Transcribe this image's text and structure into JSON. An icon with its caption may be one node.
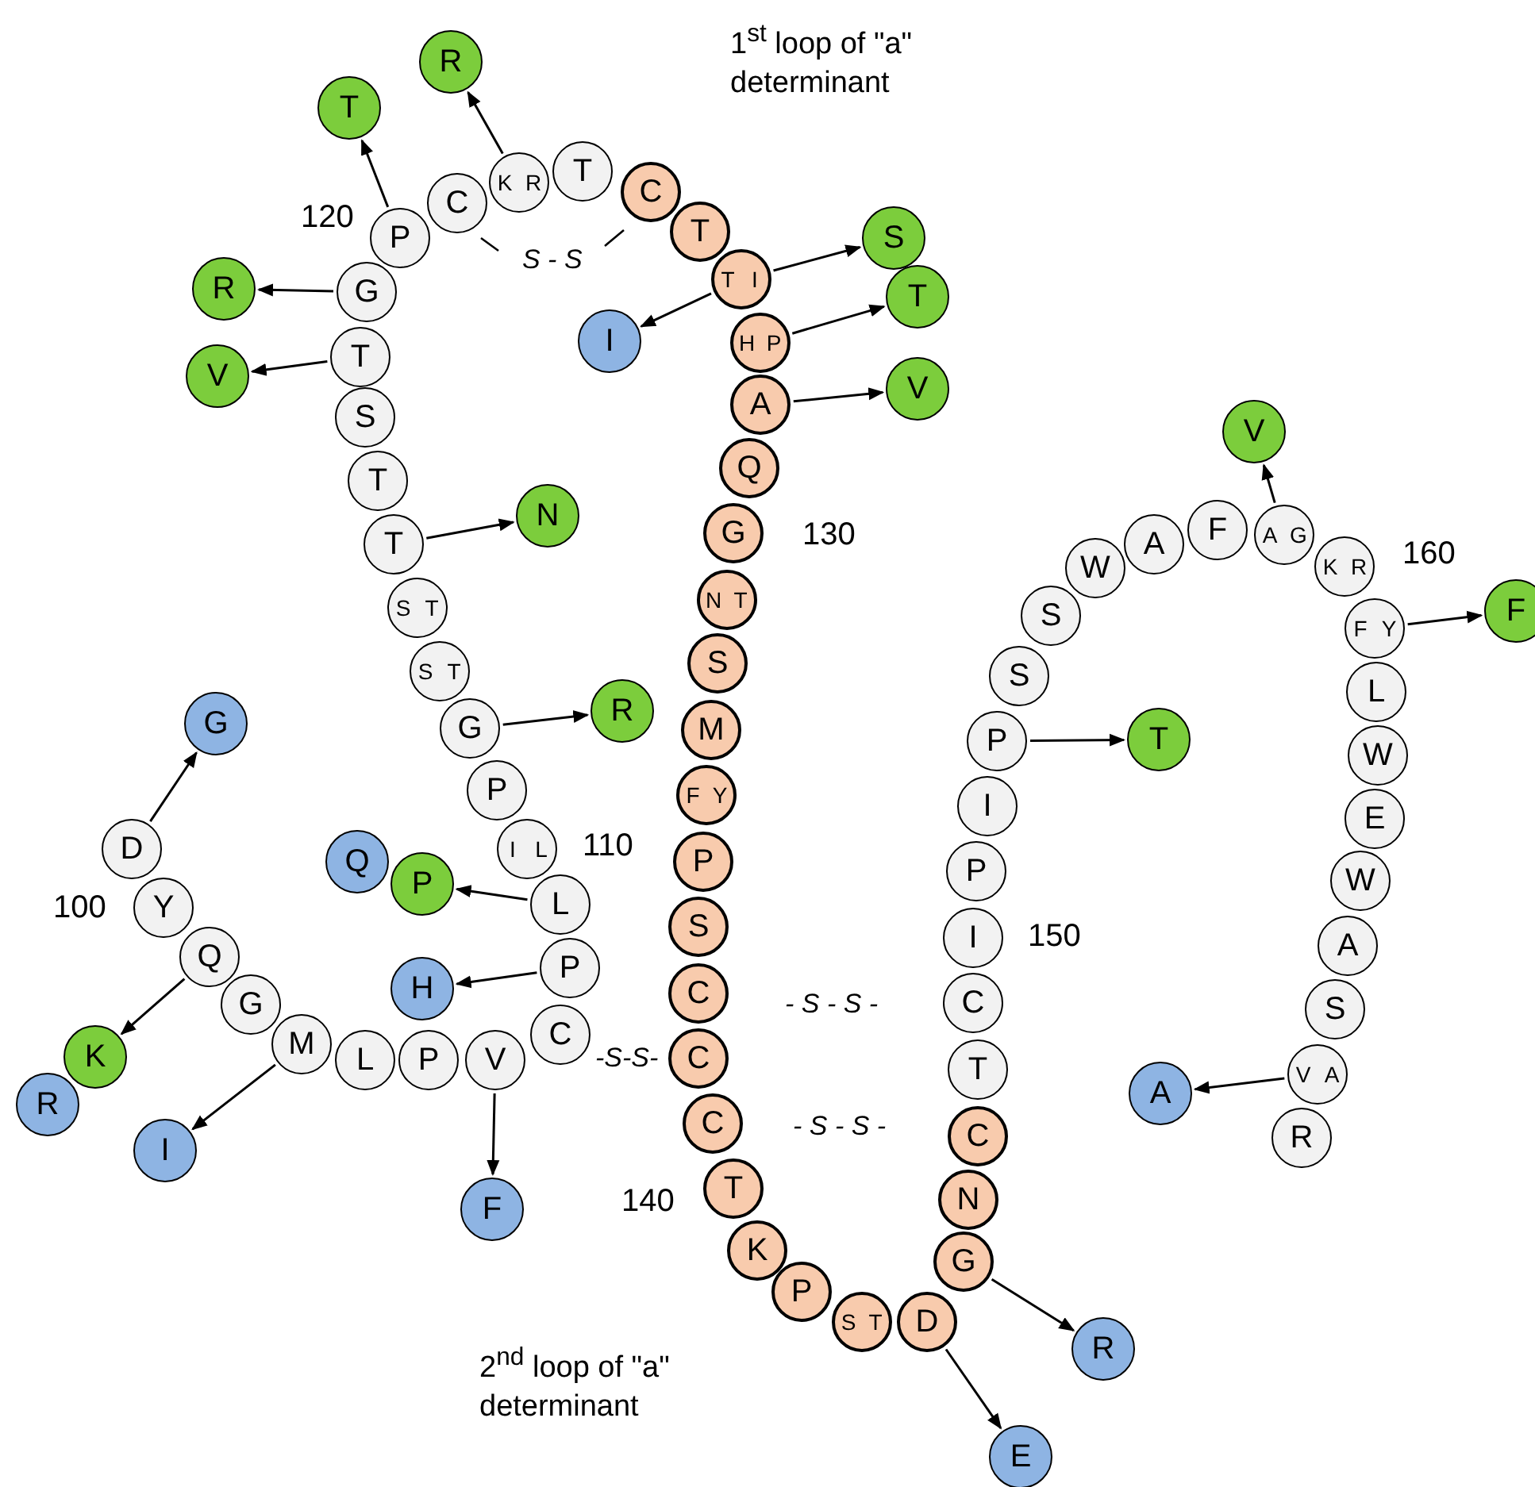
{
  "diagram": {
    "nodes": [
      {
        "text": [
          "D"
        ]
      },
      {
        "text": [
          "Y"
        ],
        "beside": [
          "100"
        ]
      },
      {
        "text": [
          "Q"
        ]
      },
      {
        "text": [
          "G"
        ]
      },
      {
        "text": [
          "M"
        ]
      },
      {
        "text": [
          "L"
        ]
      },
      {
        "text": [
          "P"
        ]
      },
      {
        "text": [
          "V"
        ]
      },
      {
        "text": [
          "C"
        ]
      },
      {
        "text": [
          "P"
        ]
      },
      {
        "text": [
          "L"
        ]
      },
      {
        "text": [
          "I",
          "L"
        ],
        "beside": [
          "110"
        ]
      },
      {
        "text": [
          "P"
        ]
      },
      {
        "text": [
          "G"
        ]
      },
      {
        "text": [
          "S",
          "T"
        ]
      },
      {
        "text": [
          "S",
          "T"
        ]
      },
      {
        "text": [
          "T"
        ]
      },
      {
        "text": [
          "T"
        ]
      },
      {
        "text": [
          "S"
        ]
      },
      {
        "text": [
          "T"
        ]
      },
      {
        "text": [
          "G"
        ]
      },
      {
        "text": [
          "P"
        ],
        "beside": [
          "120"
        ]
      },
      {
        "text": [
          "C"
        ]
      },
      {
        "text": [
          "K",
          "R"
        ]
      },
      {
        "text": [
          "T"
        ]
      },
      {
        "text": [
          "C"
        ]
      },
      {
        "text": [
          "T"
        ]
      },
      {
        "text": [
          "T",
          "I"
        ]
      },
      {
        "text": [
          "H",
          "P"
        ]
      },
      {
        "text": [
          "A"
        ]
      },
      {
        "text": [
          "Q"
        ]
      },
      {
        "text": [
          "G"
        ],
        "beside": [
          "130"
        ]
      },
      {
        "text": [
          "N",
          "T"
        ]
      },
      {
        "text": [
          "S"
        ]
      },
      {
        "text": [
          "M"
        ]
      },
      {
        "text": [
          "F",
          "Y"
        ]
      },
      {
        "text": [
          "P"
        ]
      },
      {
        "text": [
          "S"
        ]
      },
      {
        "text": [
          "C"
        ]
      },
      {
        "text": [
          "C"
        ]
      },
      {
        "text": [
          "C"
        ]
      },
      {
        "text": [
          "T"
        ],
        "beside": [
          "140"
        ]
      },
      {
        "text": [
          "K"
        ]
      },
      {
        "text": [
          "P"
        ]
      },
      {
        "text": [
          "S",
          "T"
        ]
      },
      {
        "text": [
          "D"
        ]
      },
      {
        "text": [
          "G"
        ]
      },
      {
        "text": [
          "N"
        ]
      },
      {
        "text": [
          "C"
        ]
      },
      {
        "text": [
          "T"
        ]
      },
      {
        "text": [
          "C"
        ]
      },
      {
        "text": [
          "I"
        ],
        "beside": [
          "150"
        ]
      },
      {
        "text": [
          "P"
        ]
      },
      {
        "text": [
          "I"
        ]
      },
      {
        "text": [
          "P"
        ]
      },
      {
        "text": [
          "S"
        ]
      },
      {
        "text": [
          "S"
        ]
      },
      {
        "text": [
          "W"
        ]
      },
      {
        "text": [
          "A"
        ]
      },
      {
        "text": [
          "F"
        ]
      },
      {
        "text": [
          "A",
          "G"
        ]
      },
      {
        "text": [
          "K",
          "R"
        ],
        "beside": [
          "160"
        ]
      },
      {
        "text": [
          "F",
          "Y"
        ]
      },
      {
        "text": [
          "L"
        ]
      },
      {
        "text": [
          "W"
        ]
      },
      {
        "text": [
          "E"
        ]
      },
      {
        "text": [
          "W"
        ]
      },
      {
        "text": [
          "A"
        ]
      },
      {
        "text": [
          "S"
        ]
      },
      {
        "text": [
          "V",
          "A"
        ]
      },
      {
        "text": [
          "R"
        ]
      },
      {
        "text": [
          "R"
        ]
      },
      {
        "text": [
          "T"
        ]
      },
      {
        "text": [
          "S"
        ]
      },
      {
        "text": [
          "R"
        ]
      },
      {
        "text": [
          "T"
        ]
      },
      {
        "text": [
          "I"
        ]
      },
      {
        "text": [
          "V"
        ]
      },
      {
        "text": [
          "V"
        ]
      },
      {
        "text": [
          "V"
        ]
      },
      {
        "text": [
          "N"
        ]
      },
      {
        "text": [
          "F"
        ]
      },
      {
        "text": [
          "R"
        ]
      },
      {
        "text": [
          "G"
        ]
      },
      {
        "text": [
          "T"
        ]
      },
      {
        "text": [
          "Q"
        ]
      },
      {
        "text": [
          "P"
        ]
      },
      {
        "text": [
          "H"
        ]
      },
      {
        "text": [
          "K"
        ]
      },
      {
        "text": [
          "A"
        ]
      },
      {
        "text": [
          "R"
        ]
      },
      {
        "text": [
          "I"
        ]
      },
      {
        "text": [
          "F"
        ]
      },
      {
        "text": [
          "R"
        ]
      },
      {
        "text": [
          "E"
        ]
      }
    ],
    "edges": [
      {
        "from": 23,
        "to": 71,
        "arrow": "to"
      },
      {
        "from": 21,
        "to": 72,
        "arrow": "to"
      },
      {
        "from": 27,
        "to": 73,
        "arrow": "to"
      },
      {
        "from": 20,
        "to": 74,
        "arrow": "to"
      },
      {
        "from": 28,
        "to": 75,
        "arrow": "to"
      },
      {
        "from": 27,
        "to": 76,
        "arrow": "to"
      },
      {
        "from": 19,
        "to": 77,
        "arrow": "to"
      },
      {
        "from": 29,
        "to": 78,
        "arrow": "to"
      },
      {
        "from": 60,
        "to": 79,
        "arrow": "to"
      },
      {
        "from": 16,
        "to": 80,
        "arrow": "to"
      },
      {
        "from": 62,
        "to": 81,
        "arrow": "to"
      },
      {
        "from": 13,
        "to": 82,
        "arrow": "to"
      },
      {
        "from": 0,
        "to": 83,
        "arrow": "to"
      },
      {
        "from": 54,
        "to": 84,
        "arrow": "to"
      },
      {
        "from": 10,
        "to": 86,
        "arrow": "to"
      },
      {
        "from": 9,
        "to": 87,
        "arrow": "to"
      },
      {
        "from": 2,
        "to": 88,
        "arrow": "to"
      },
      {
        "from": 69,
        "to": 89,
        "arrow": "to"
      },
      {
        "from": 4,
        "to": 91,
        "arrow": "to"
      },
      {
        "from": 7,
        "to": 92,
        "arrow": "to"
      },
      {
        "from": 46,
        "to": 93,
        "arrow": "to"
      },
      {
        "from": 45,
        "to": 94,
        "arrow": "to"
      }
    ],
    "labels": [
      "1$^{st}$ loop of \"a\" determinant",
      "S - S",
      "- S - S -",
      "-S-S-",
      "- S - S -",
      "2$^{nd}$ loop of \"a\" determinant"
    ]
  }
}
